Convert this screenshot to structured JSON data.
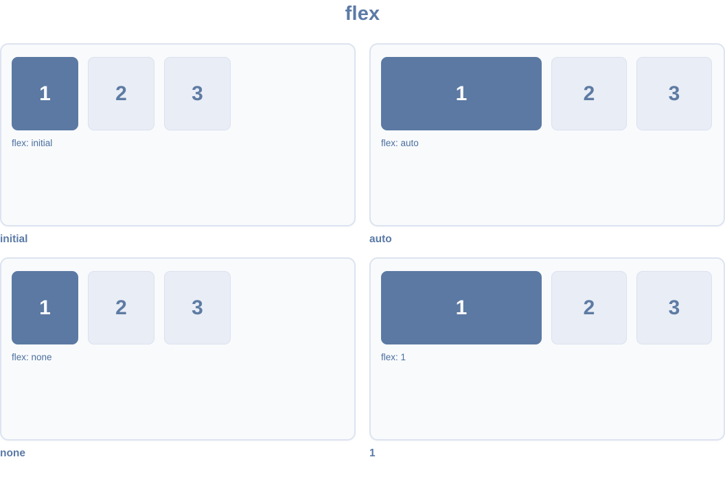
{
  "title": "flex",
  "colors": {
    "accent_box": "#5b79a2",
    "plain_box_bg": "#e9edf5",
    "plain_box_border": "#dbe1ee",
    "panel_bg": "#f8fafc",
    "panel_border": "#dde3f0",
    "heading_text": "#5b7aa6",
    "label_text": "#4c6f9e"
  },
  "panels": [
    {
      "label": "flex: initial",
      "caption": "initial",
      "boxes": [
        "1",
        "2",
        "3"
      ]
    },
    {
      "label": "flex: auto",
      "caption": "auto",
      "boxes": [
        "1",
        "2",
        "3"
      ]
    },
    {
      "label": "flex: none",
      "caption": "none",
      "boxes": [
        "1",
        "2",
        "3"
      ]
    },
    {
      "label": "flex: 1",
      "caption": "1",
      "boxes": [
        "1",
        "2",
        "3"
      ]
    }
  ]
}
